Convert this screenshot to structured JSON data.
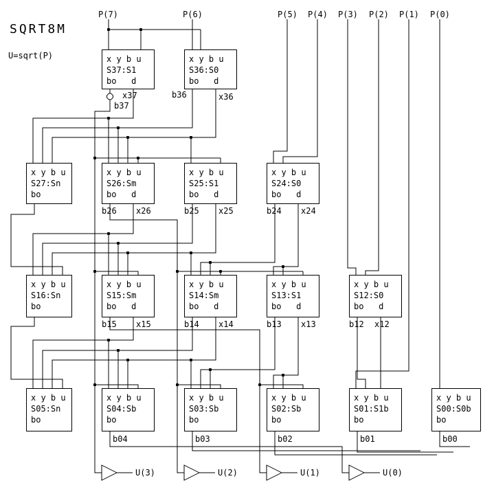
{
  "title": "SQRT8M",
  "equation": "U=sqrt(P)",
  "inputs": {
    "p7": "P(7)",
    "p6": "P(6)",
    "p5": "P(5)",
    "p4": "P(4)",
    "p3": "P(3)",
    "p2": "P(2)",
    "p1": "P(1)",
    "p0": "P(0)"
  },
  "outputs": {
    "u3": "U(3)",
    "u2": "U(2)",
    "u1": "U(1)",
    "u0": "U(0)"
  },
  "cells": {
    "s37": {
      "ports_top": "x y b u",
      "name": "S37:S1",
      "ports_bottom": "bo   d"
    },
    "s36": {
      "ports_top": "x y b u",
      "name": "S36:S0",
      "ports_bottom": "bo   d"
    },
    "s27": {
      "ports_top": "x y b u",
      "name": "S27:Sn",
      "ports_bottom": "bo"
    },
    "s26": {
      "ports_top": "x y b u",
      "name": "S26:Sm",
      "ports_bottom": "bo   d"
    },
    "s25": {
      "ports_top": "x y b u",
      "name": "S25:S1",
      "ports_bottom": "bo   d"
    },
    "s24": {
      "ports_top": "x y b u",
      "name": "S24:S0",
      "ports_bottom": "bo   d"
    },
    "s16": {
      "ports_top": "x y b u",
      "name": "S16:Sn",
      "ports_bottom": "bo"
    },
    "s15": {
      "ports_top": "x y b u",
      "name": "S15:Sm",
      "ports_bottom": "bo   d"
    },
    "s14": {
      "ports_top": "x y b u",
      "name": "S14:Sm",
      "ports_bottom": "bo   d"
    },
    "s13": {
      "ports_top": "x y b u",
      "name": "S13:S1",
      "ports_bottom": "bo   d"
    },
    "s12": {
      "ports_top": "x y b u",
      "name": "S12:S0",
      "ports_bottom": "bo   d"
    },
    "s05": {
      "ports_top": "x y b u",
      "name": "S05:Sn",
      "ports_bottom": "bo"
    },
    "s04": {
      "ports_top": "x y b u",
      "name": "S04:Sb",
      "ports_bottom": "bo"
    },
    "s03": {
      "ports_top": "x y b u",
      "name": "S03:Sb",
      "ports_bottom": "bo"
    },
    "s02": {
      "ports_top": "x y b u",
      "name": "S02:Sb",
      "ports_bottom": "bo"
    },
    "s01": {
      "ports_top": "x y b u",
      "name": "S01:S1b",
      "ports_bottom": "bo"
    },
    "s00": {
      "ports_top": "x y b u",
      "name": "S00:S0b",
      "ports_bottom": "bo"
    }
  },
  "wire_labels": {
    "x37": "x37",
    "b37": "b37",
    "b36": "b36",
    "x36": "x36",
    "b26": "b26",
    "x26": "x26",
    "b25": "b25",
    "x25": "x25",
    "b24": "b24",
    "x24": "x24",
    "b15": "b15",
    "x15": "x15",
    "b14": "b14",
    "x14": "x14",
    "b13": "b13",
    "x13": "x13",
    "b12": "b12",
    "x12": "x12",
    "b04": "b04",
    "b03": "b03",
    "b02": "b02",
    "b01": "b01",
    "b00": "b00"
  }
}
